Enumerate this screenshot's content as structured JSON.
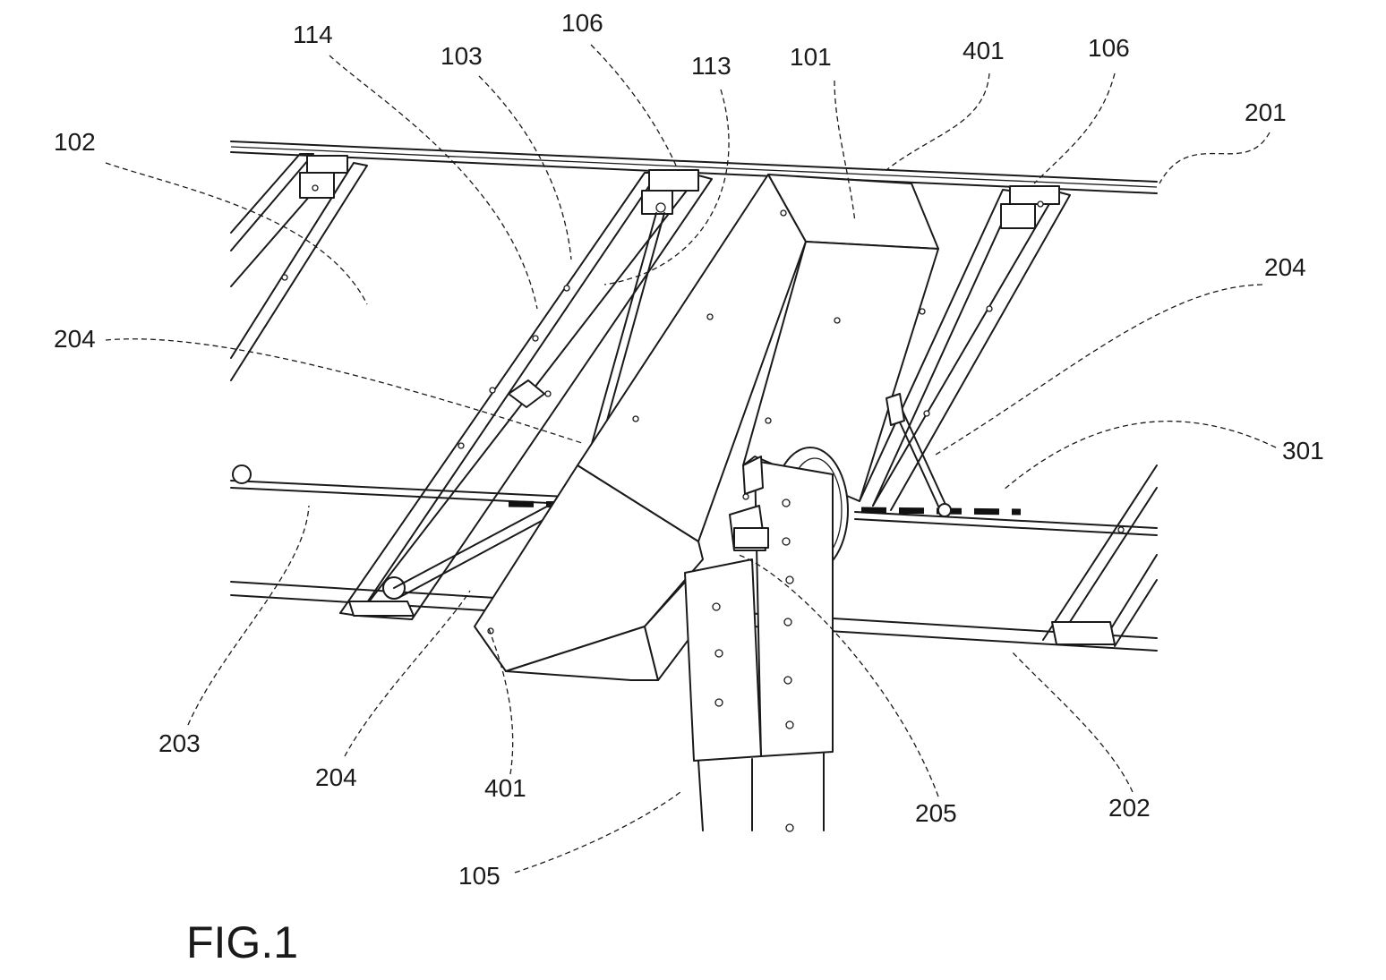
{
  "figure": {
    "title": "FIG.1",
    "labels": {
      "l102": "102",
      "l114": "114",
      "l103": "103",
      "l106a": "106",
      "l113": "113",
      "l101": "101",
      "l401a": "401",
      "l106b": "106",
      "l201": "201",
      "l204a": "204",
      "l204b": "204",
      "l301": "301",
      "l203": "203",
      "l204c": "204",
      "l401b": "401",
      "l205": "205",
      "l202": "202",
      "l105": "105"
    }
  }
}
